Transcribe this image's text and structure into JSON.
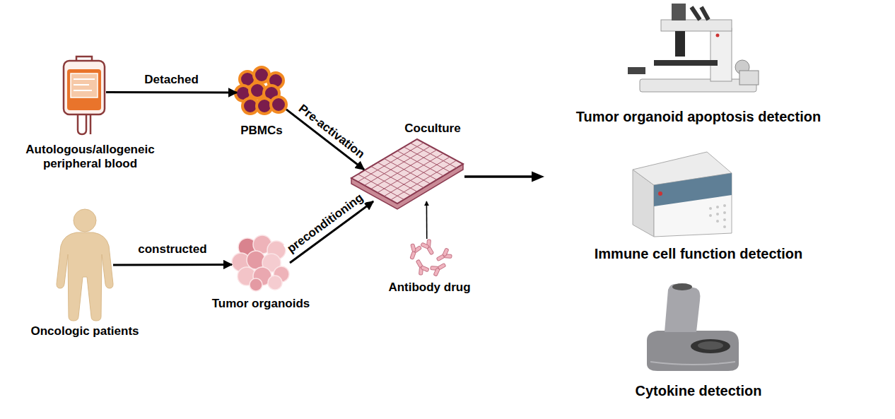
{
  "diagram": {
    "nodes": [
      {
        "text": [
          "Autologous/allogeneic peripheral blood"
        ]
      },
      {
        "text": [
          "PBMCs"
        ]
      },
      {
        "text": [
          "Oncologic patients"
        ]
      },
      {
        "text": [
          "Tumor organoids"
        ]
      },
      {
        "text": [
          "Coculture"
        ]
      },
      {
        "text": [
          "Antibody drug"
        ]
      },
      {
        "text": [
          "Tumor organoid apoptosis detection"
        ]
      },
      {
        "text": [
          "Immune cell function detection"
        ]
      },
      {
        "text": [
          "Cytokine detection"
        ]
      }
    ],
    "edges": [
      {
        "from": 0,
        "to": 1,
        "label": "Detached",
        "arrow": "to"
      },
      {
        "from": 1,
        "to": 4,
        "label": "Pre-activation",
        "arrow": "to"
      },
      {
        "from": 2,
        "to": 3,
        "label": "constructed",
        "arrow": "to"
      },
      {
        "from": 3,
        "to": 4,
        "label": "preconditioning",
        "arrow": "to"
      },
      {
        "from": 5,
        "to": 4,
        "arrow": "to"
      }
    ]
  }
}
